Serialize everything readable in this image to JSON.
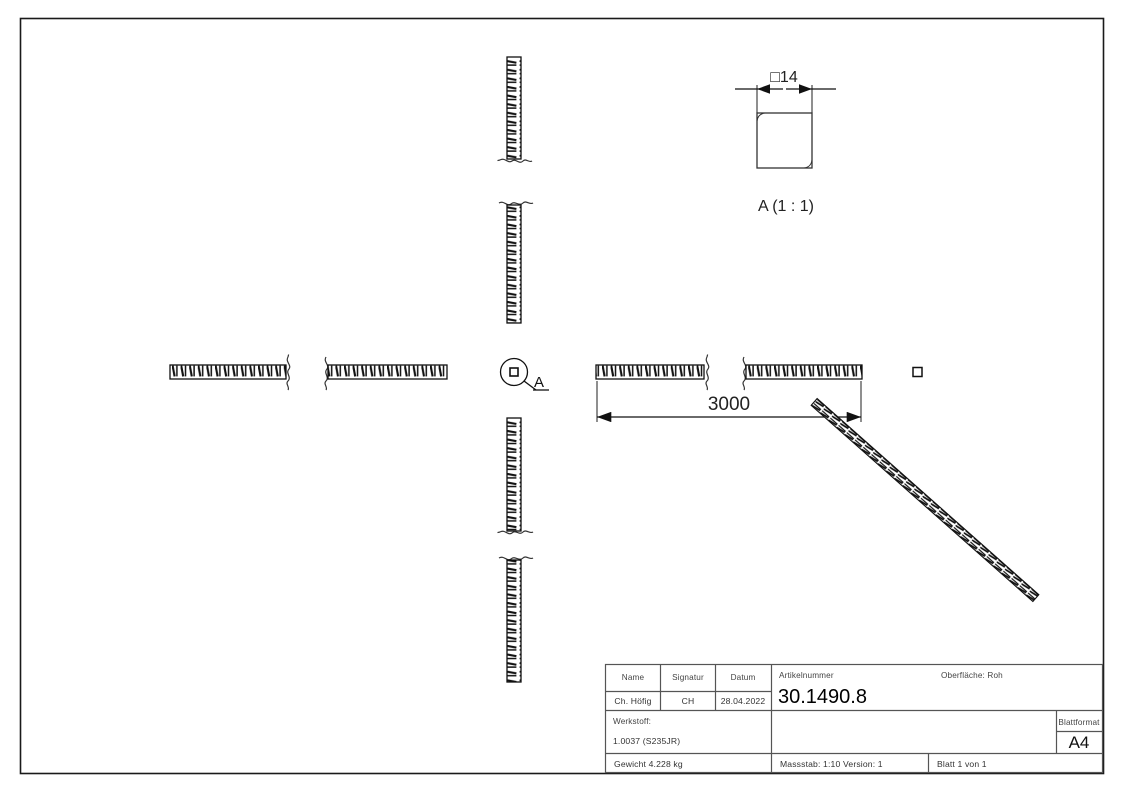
{
  "sheet": {
    "format": "A4",
    "background_color": "#ffffff",
    "line_color": "#1a1a1a"
  },
  "drawing": {
    "detail_view": {
      "dimension_label": "□14",
      "view_title": "A (1 : 1)"
    },
    "callout": {
      "label": "A"
    },
    "main_dimension": {
      "value": "3000"
    }
  },
  "title_block": {
    "columns": {
      "name_label": "Name",
      "signature_label": "Signatur",
      "date_label": "Datum"
    },
    "values": {
      "name": "Ch. Höfig",
      "signature": "CH",
      "date": "28.04.2022"
    },
    "article": {
      "label": "Artikelnummer",
      "number": "30.1490.8"
    },
    "surface": {
      "text": "Oberfläche:  Roh"
    },
    "material": {
      "label": "Werkstoff:",
      "value": "1.0037 (S235JR)"
    },
    "sheet_format": {
      "label": "Blattformat",
      "value": "A4"
    },
    "footer": {
      "weight": "Gewicht 4.228 kg",
      "scale": "Massstab: 1:10",
      "version": "Version: 1",
      "page": "Blatt 1 von 1"
    }
  }
}
